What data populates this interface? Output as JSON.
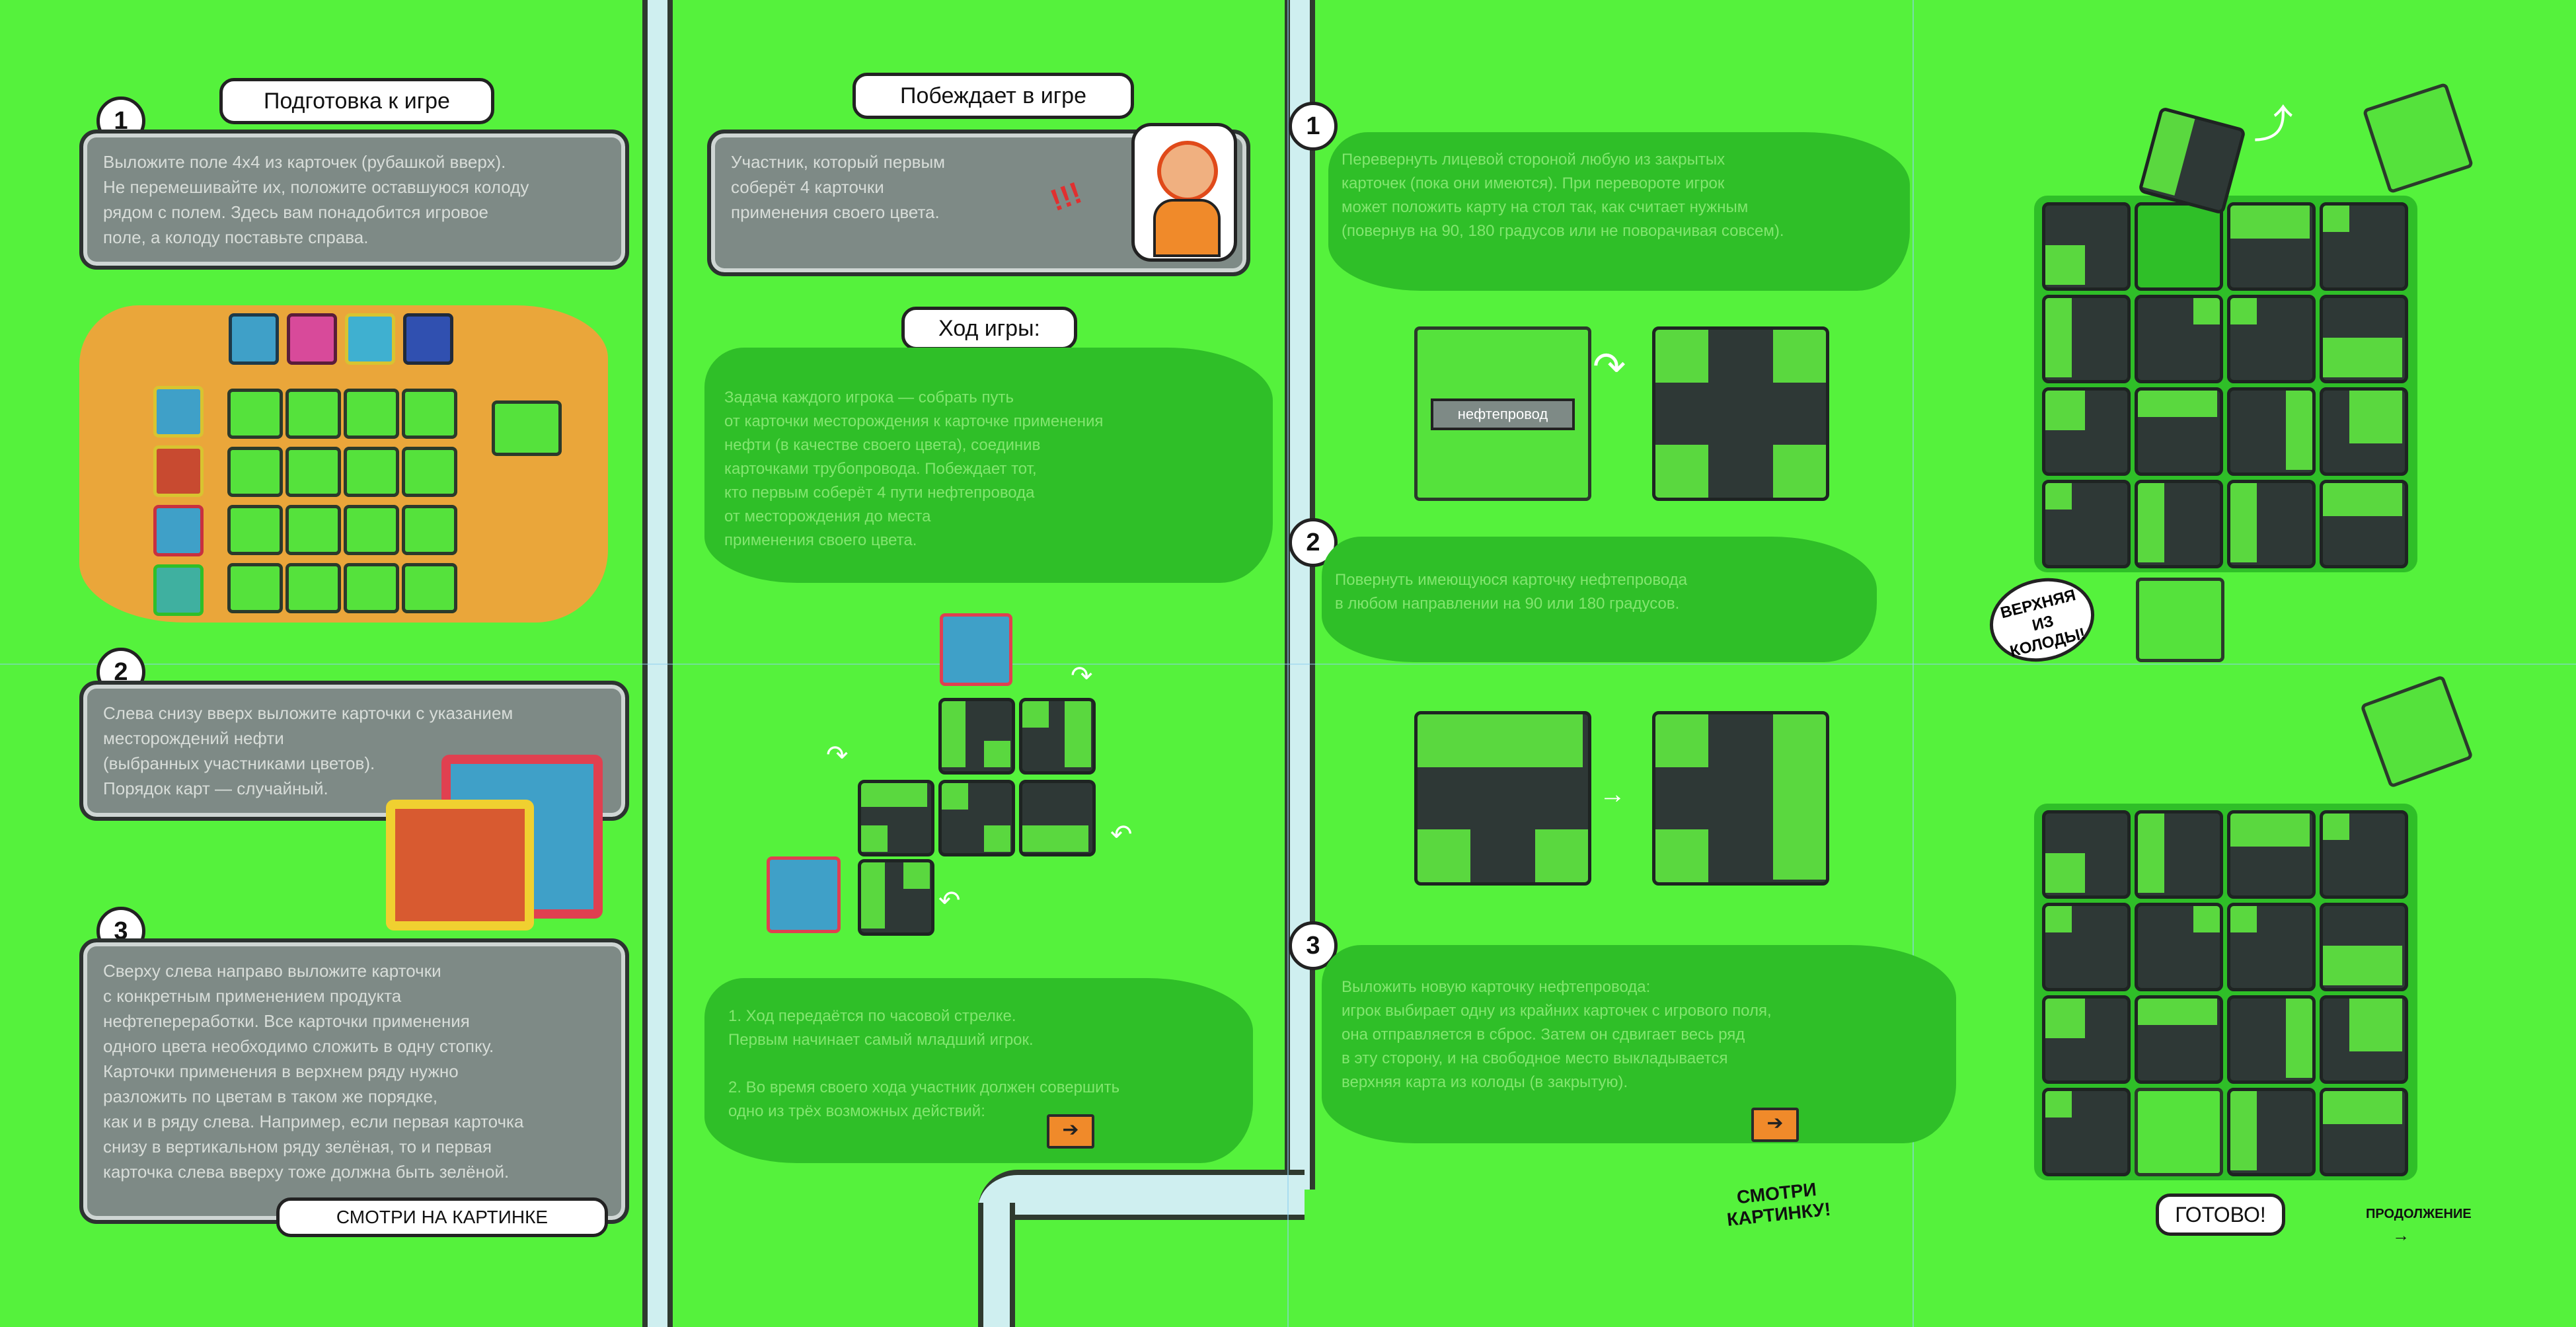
{
  "panel1": {
    "title": "Подготовка к игре",
    "steps": [
      {
        "num": "1",
        "text": "Выложите поле 4х4 из карточек (рубашкой вверх).\nНе перемешивайте их, положите оставшуюся колоду\nрядом с полем. Здесь вам понадобится игровое\nполе, а колоду поставьте справа."
      },
      {
        "num": "2",
        "text": "Слева снизу вверх выложите карточки с указанием\nместорождений нефти\n(выбранных участниками цветов).\nПорядок карт — случайный."
      },
      {
        "num": "3",
        "text": "Сверху слева направо выложите карточки\nс конкретным применением продукта\nнефтепереработки. Все карточки применения\nодного цвета необходимо сложить в одну стопку.\nКарточки применения в верхнем ряду нужно\nразложить по цветам в таком же порядке,\nкак и в ряду слева. Например, если первая карточка\nснизу в вертикальном ряду зелёная, то и первая\nкарточка слева вверху тоже должна быть зелёной."
      }
    ],
    "see_picture": "СМОТРИ НА КАРТИНКЕ"
  },
  "panel2": {
    "title": "Побеждает в игре",
    "win_text": "Участник, который первым\nсоберёт 4 карточки\nприменения своего цвета.",
    "game_flow_title": "Ход игры:",
    "task_text": "Задача каждого игрока — собрать путь\nот карточки месторождения к карточке применения\nнефти (в качестве своего цвета), соединив\nкарточками трубопровода. Побеждает тот,\nкто первым соберёт 4 пути нефтепровода\nот месторождения до места\nприменения своего цвета.",
    "bottom_text": "1. Ход передаётся по часовой стрелке.\nПервым начинает самый младший игрок.\n\n2. Во время своего хода участник должен совершить\nодно из трёх возможных действий:"
  },
  "panel3": {
    "steps": [
      {
        "num": "1",
        "text": "Перевернуть лицевой стороной любую из закрытых\nкарточек (пока они имеются). При перевороте игрок\nможет положить карту на стол так, как считает нужным\n(повернув на 90, 180 градусов или не поворачивая совсем)."
      },
      {
        "num": "2",
        "text": "Повернуть имеющуюся карточку нефтепровода\nв любом направлении на 90 или 180 градусов."
      },
      {
        "num": "3",
        "text": "Выложить новую карточку нефтепровода:\nигрок выбирает одну из крайних карточек с игрового поля,\nона отправляется в сброс. Затем он сдвигает весь ряд\nв эту сторону, и на свободное место выкладывается\nверхняя карта из колоды (в закрытую)."
      }
    ],
    "oil_label": "нефтепровод",
    "see_picture": "СМОТРИ КАРТИНКУ!"
  },
  "panel4": {
    "deck_label": "ВЕРХНЯЯ ИЗ КОЛОДЫ!",
    "done_label": "ГОТОВО!",
    "continue_label": "ПРОДОЛЖЕНИЕ"
  },
  "colors": {
    "background": "#55f23c",
    "panel_gray": "#7e8a86",
    "blob_green": "#2fbf28",
    "road": "#2e3836",
    "orange": "#f08a2a"
  }
}
